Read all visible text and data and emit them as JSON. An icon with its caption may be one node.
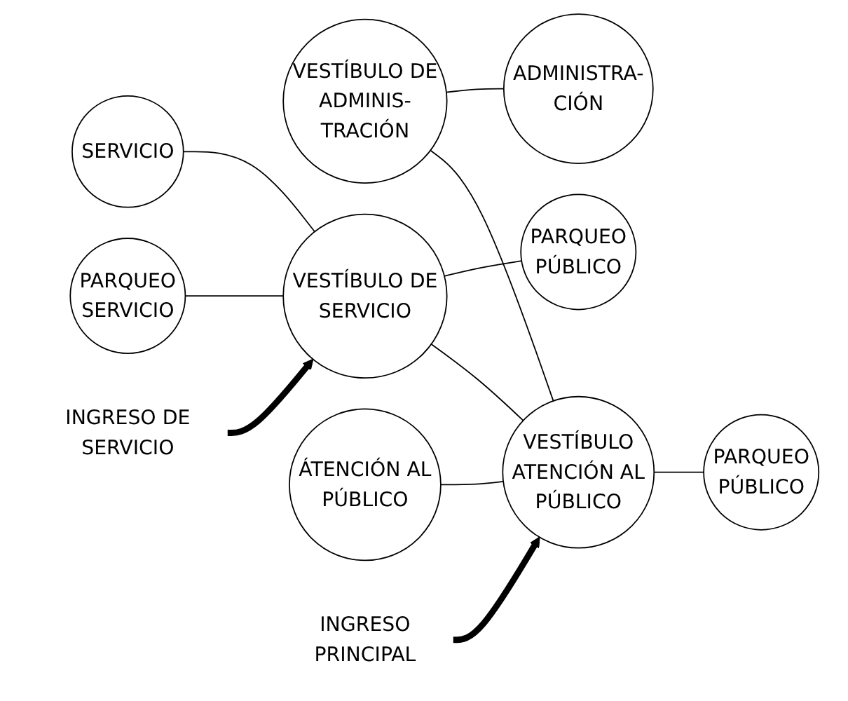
{
  "diagram": {
    "nodes": [
      {
        "text": [
          "SERVICIO"
        ]
      },
      {
        "text": [
          "ADMINISTRA- CIÓN"
        ]
      },
      {
        "text": [
          "PARQUEO SERVICIO"
        ]
      },
      {
        "text": [
          "VESTÍBULO DE ADMINIS- TRACIÓN"
        ]
      },
      {
        "text": [
          "INGRESO DE SERVICIO"
        ]
      },
      {
        "text": [
          "VESTÍBULO DE SERVICIO"
        ]
      },
      {
        "text": [
          "PARQUEO PÚBLICO"
        ]
      },
      {
        "text": [
          "VESTÍBULO ATENCIÓN AL PÚBLICO"
        ]
      },
      {
        "text": [
          "ÁTENCIÓN AL PÚBLICO"
        ]
      },
      {
        "text": [
          "PARQUEO PÚBLICO"
        ]
      },
      {
        "text": [
          "INGRESO PRINCIPAL"
        ]
      }
    ],
    "edges": [
      {
        "from": 0,
        "to": 5,
        "arrow": "none"
      },
      {
        "from": 2,
        "to": 5,
        "arrow": "none"
      },
      {
        "from": 4,
        "to": 5,
        "arrow": "to",
        "style": "thick"
      },
      {
        "from": 5,
        "to": 6,
        "arrow": "none"
      },
      {
        "from": 5,
        "to": 7,
        "arrow": "none"
      },
      {
        "from": 3,
        "to": 1,
        "arrow": "none"
      },
      {
        "from": 3,
        "to": 7,
        "arrow": "none"
      },
      {
        "from": 8,
        "to": 7,
        "arrow": "none"
      },
      {
        "from": 7,
        "to": 9,
        "arrow": "none"
      },
      {
        "from": 10,
        "to": 7,
        "arrow": "to",
        "style": "thick"
      }
    ]
  }
}
